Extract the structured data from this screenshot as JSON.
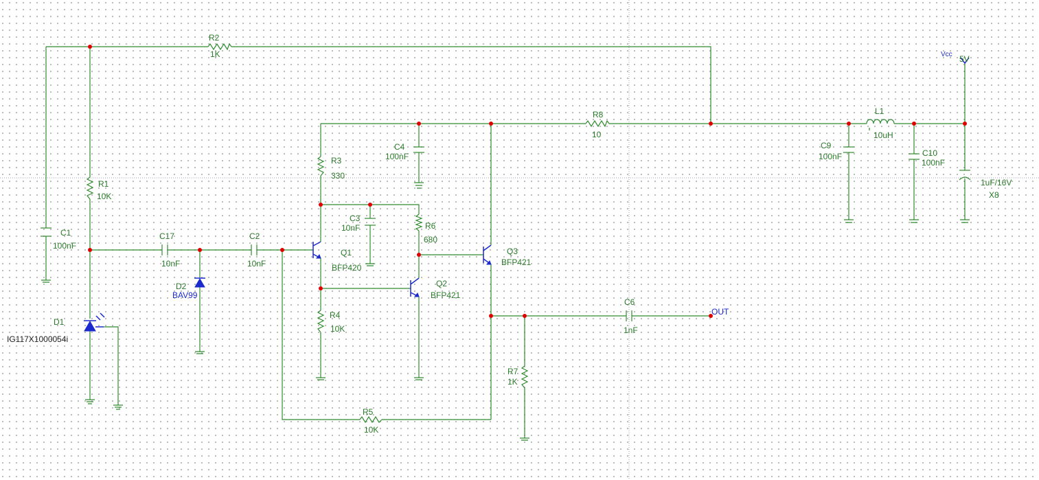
{
  "components": {
    "R2": {
      "ref": "R2",
      "value": "1K"
    },
    "R1": {
      "ref": "R1",
      "value": "10K"
    },
    "C1": {
      "ref": "C1",
      "value": "100nF"
    },
    "C17": {
      "ref": "C17",
      "value": "10nF"
    },
    "C2": {
      "ref": "C2",
      "value": "10nF"
    },
    "D2": {
      "ref": "D2",
      "value": "BAV99"
    },
    "D1": {
      "ref": "D1",
      "value": "IG117X1000054i"
    },
    "R3": {
      "ref": "R3",
      "value": "330"
    },
    "C4": {
      "ref": "C4",
      "value": "100nF"
    },
    "C3": {
      "ref": "C3",
      "value": "10nF"
    },
    "R6": {
      "ref": "R6",
      "value": "680"
    },
    "Q1": {
      "ref": "Q1",
      "value": "BFP420"
    },
    "Q2": {
      "ref": "Q2",
      "value": "BFP421"
    },
    "Q3": {
      "ref": "Q3",
      "value": "BFP421"
    },
    "R4": {
      "ref": "R4",
      "value": "10K"
    },
    "R5": {
      "ref": "R5",
      "value": "10K"
    },
    "R8": {
      "ref": "R8",
      "value": "10"
    },
    "C6": {
      "ref": "C6",
      "value": "1nF"
    },
    "R7": {
      "ref": "R7",
      "value": "1K"
    },
    "C9": {
      "ref": "C9",
      "value": "100nF"
    },
    "L1": {
      "ref": "L1",
      "value": "10uH"
    },
    "C10": {
      "ref": "C10",
      "value": "100nF"
    },
    "X8": {
      "ref": "X8",
      "value": "1uF/16V"
    }
  },
  "power": {
    "name": "Vcc",
    "value": "5V"
  },
  "output": {
    "label": "OUT"
  },
  "colors": {
    "wire": "#2e8b2e",
    "semiconductor": "#1a2acc",
    "node": "#e00000",
    "grid": "#a8a8a8"
  }
}
